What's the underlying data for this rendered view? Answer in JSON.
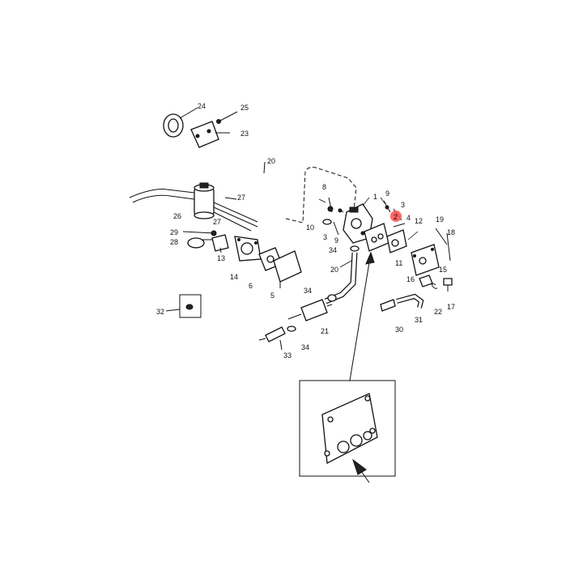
{
  "diagram": {
    "callouts": [
      "24",
      "25",
      "23",
      "20",
      "27",
      "26",
      "27",
      "29",
      "28",
      "13",
      "14",
      "6",
      "5",
      "32",
      "8",
      "1",
      "9",
      "3",
      "10",
      "3",
      "9",
      "2",
      "4",
      "12",
      "19",
      "18",
      "34",
      "20",
      "11",
      "15",
      "16",
      "22",
      "17",
      "34",
      "21",
      "30",
      "31",
      "33",
      "34"
    ],
    "highlighted_callout": "2",
    "highlight_color": "#ff4d4d"
  }
}
